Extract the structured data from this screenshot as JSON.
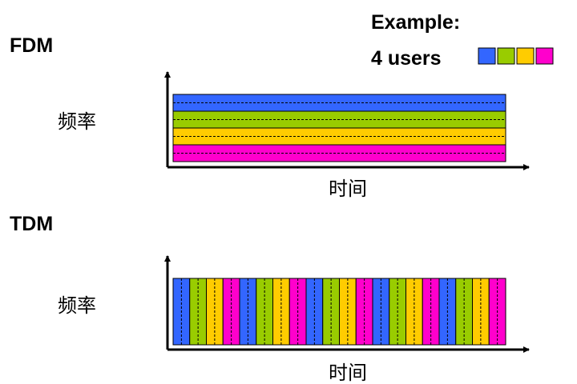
{
  "legend": {
    "title": "Example:",
    "users_label": "4 users",
    "user_colors": [
      "#3366ff",
      "#99cc00",
      "#ffcc00",
      "#ff00cc"
    ]
  },
  "fdm": {
    "title": "FDM",
    "y_label": "频率",
    "x_label": "时间"
  },
  "tdm": {
    "title": "TDM",
    "y_label": "频率",
    "x_label": "时间",
    "slot_count": 20
  }
}
